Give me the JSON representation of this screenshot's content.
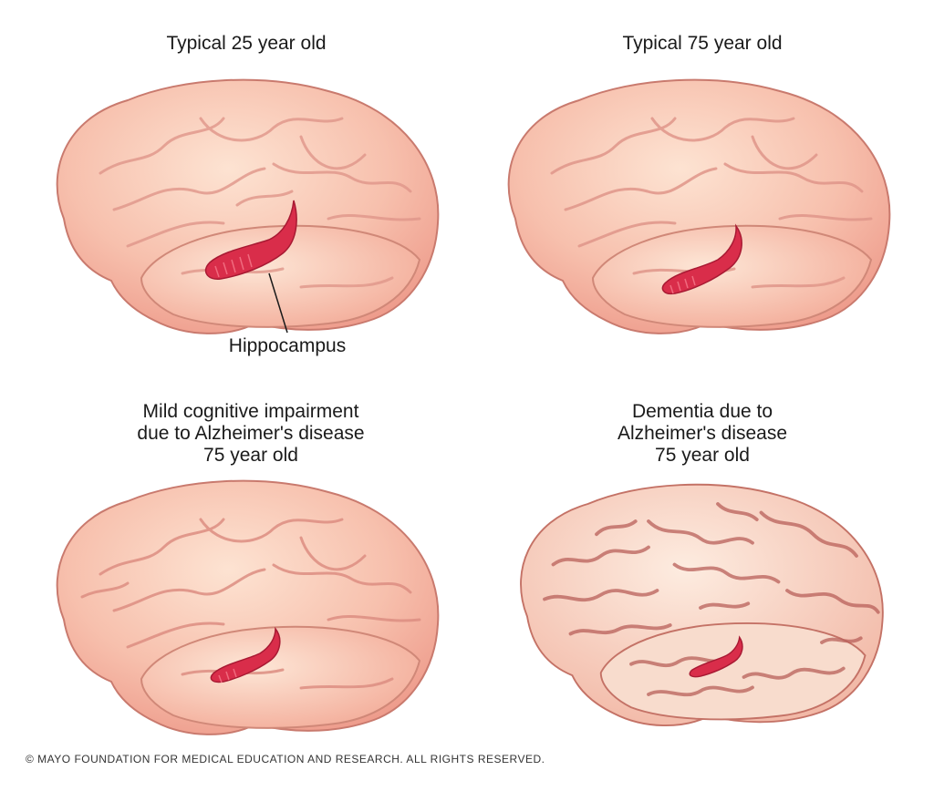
{
  "panels": [
    {
      "id": "young",
      "title_lines": [
        "Typical 25 year old"
      ],
      "hippocampus_scale": 1.0,
      "atrophy": "none"
    },
    {
      "id": "old",
      "title_lines": [
        "Typical 75 year old"
      ],
      "hippocampus_scale": 0.75,
      "atrophy": "slight"
    },
    {
      "id": "mci",
      "title_lines": [
        "Mild cognitive impairment",
        "due to Alzheimer's disease",
        "75 year old"
      ],
      "hippocampus_scale": 0.65,
      "atrophy": "moderate"
    },
    {
      "id": "dementia",
      "title_lines": [
        "Dementia due to",
        "Alzheimer's disease",
        "75 year old"
      ],
      "hippocampus_scale": 0.5,
      "atrophy": "severe"
    }
  ],
  "callout": {
    "label": "Hippocampus"
  },
  "footer": {
    "copyright": "© MAYO FOUNDATION FOR MEDICAL EDUCATION AND RESEARCH. ALL RIGHTS RESERVED."
  },
  "colors": {
    "brain_fill": "#f6b8a6",
    "brain_light": "#fbd9c6",
    "brain_outline": "#c76b63",
    "gyri_line": "#d88778",
    "hippocampus": "#d92d4a",
    "dementia_fill": "#f8d2c2"
  }
}
